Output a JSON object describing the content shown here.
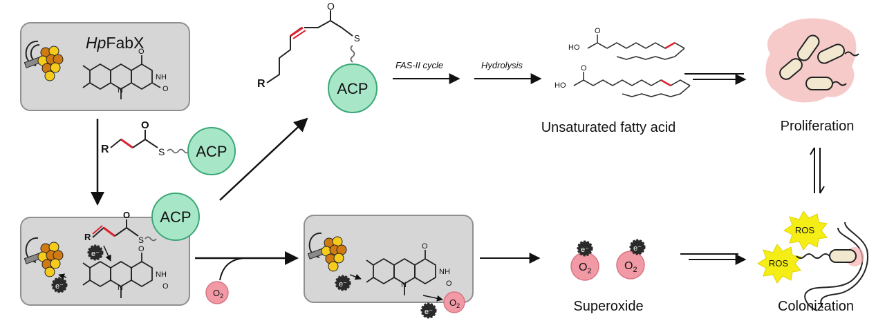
{
  "enzyme": {
    "italic": "Hp",
    "rest": "FabX"
  },
  "acp_label": "ACP",
  "r_label": "R",
  "s_label": "S",
  "o_label": "O",
  "n_label": "N",
  "nh_label": "NH",
  "ho_label": "HO",
  "o2": {
    "base": "O",
    "sub": "2"
  },
  "electron_label": "e⁻",
  "steps": {
    "fas": "FAS-II cycle",
    "hydrolysis": "Hydrolysis"
  },
  "labels": {
    "unsaturated": "Unsaturated fatty acid",
    "proliferation": "Proliferation",
    "superoxide": "Superoxide",
    "colonization": "Colonization",
    "ros": "ROS"
  },
  "colors": {
    "box_fill": "#d6d6d6",
    "box_stroke": "#8f8f8f",
    "acp_fill": "#a8e6c8",
    "acp_stroke": "#3aa777",
    "o2_fill": "#f19aa6",
    "double_bond": "#e0202c",
    "ros_fill": "#f5ee16",
    "cluster_orange": "#d07a14",
    "cluster_yellow": "#f6cc1c",
    "bacteria_fill": "#f2e8cf",
    "halo": "#f6c4c4"
  }
}
